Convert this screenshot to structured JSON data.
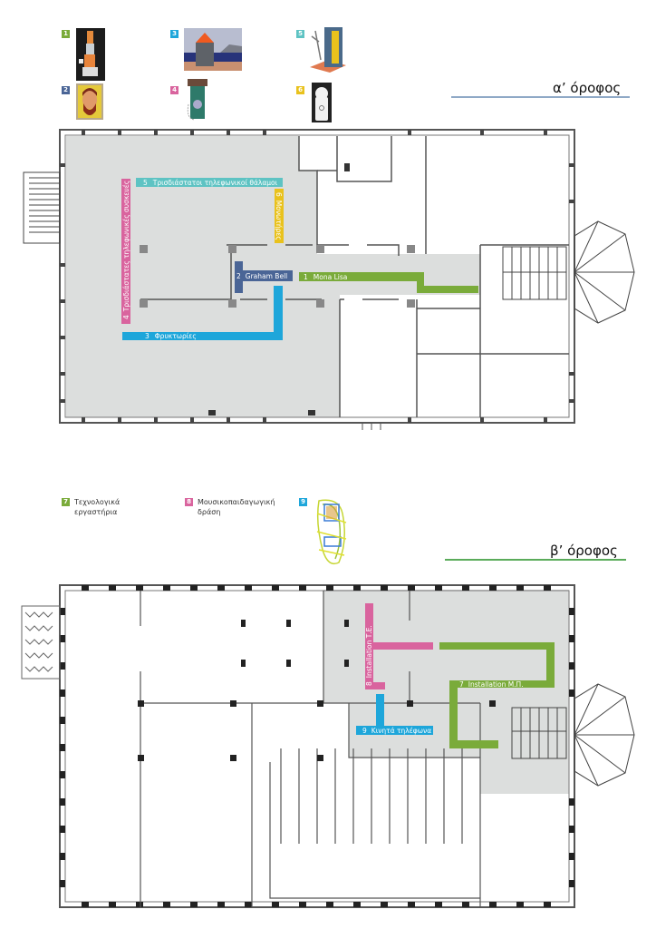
{
  "floor1": {
    "title": "α’ όροφος",
    "rule_color": "#8fa9c6",
    "legend": [
      {
        "num": "1",
        "color": "#7aab3a",
        "image": "mona-lisa-photo-collage"
      },
      {
        "num": "2",
        "color": "#4a6596",
        "image": "graham-bell-portrait"
      },
      {
        "num": "3",
        "color": "#1ea6da",
        "image": "beacon-tower-drawing"
      },
      {
        "num": "4",
        "color": "#d9649e",
        "image": "3d-telephone-device"
      },
      {
        "num": "5",
        "color": "#5ec3c3",
        "image": "3d-phone-booth"
      },
      {
        "num": "6",
        "color": "#e9c21d",
        "image": "ote-insulator"
      }
    ],
    "routes": [
      {
        "num": "1",
        "label": "Mona Lisa",
        "color": "#7aab3a"
      },
      {
        "num": "2",
        "label": "Graham Bell",
        "color": "#4a6596"
      },
      {
        "num": "3",
        "label": "Φρυκτωρίες",
        "color": "#1ea6da"
      },
      {
        "num": "4",
        "label": "Τρισδιάστατες τηλεφωνικές συσκευές",
        "color": "#d9649e"
      },
      {
        "num": "5",
        "label": "Τρισδιάστατοι τηλεφωνικοί θάλαμοι",
        "color": "#5ec3c3"
      },
      {
        "num": "6",
        "label": "Μονωτήρες",
        "color": "#e9c21d"
      }
    ]
  },
  "floor2": {
    "title": "β’ όροφος",
    "rule_color": "#5aab5a",
    "legend": [
      {
        "num": "7",
        "color": "#7aab3a",
        "text_line1": "Τεχνολογικά",
        "text_line2": "εργαστήρια"
      },
      {
        "num": "8",
        "color": "#d9649e",
        "text_line1": "Μουσικοπαιδαγωγική",
        "text_line2": "δράση"
      },
      {
        "num": "9",
        "color": "#1ea6da",
        "image": "wire-sculpture"
      }
    ],
    "routes": [
      {
        "num": "7",
        "label": "Installation Μ.Π.",
        "color": "#7aab3a"
      },
      {
        "num": "8",
        "label": "Installation Τ.Ε.",
        "color": "#d9649e"
      },
      {
        "num": "9",
        "label": "Κινητά τηλέφωνα",
        "color": "#1ea6da"
      }
    ]
  },
  "colors": {
    "exhibit_area": "#dcdedd",
    "wall": "#555555"
  }
}
